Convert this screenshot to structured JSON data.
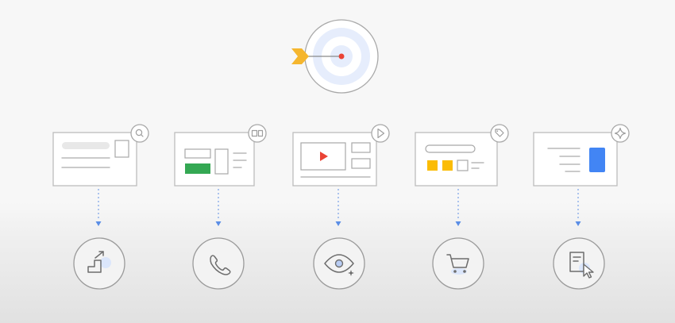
{
  "colors": {
    "accent_blue": "#4285f4",
    "accent_green": "#34a853",
    "accent_yellow": "#fbbc04",
    "accent_red": "#ea4335",
    "arrow_gold": "#f5b62e",
    "target_ring": "#e6edfc"
  },
  "target": {
    "icon": "target-with-arrow-icon"
  },
  "campaign_types": [
    {
      "id": "search",
      "badge_icon": "search-icon",
      "outcome_icon": "growth-stairs-icon"
    },
    {
      "id": "display",
      "badge_icon": "display-ad-icon",
      "outcome_icon": "phone-icon"
    },
    {
      "id": "video",
      "badge_icon": "play-icon",
      "outcome_icon": "eye-icon"
    },
    {
      "id": "shopping",
      "badge_icon": "tag-icon",
      "outcome_icon": "cart-icon"
    },
    {
      "id": "performance",
      "badge_icon": "sparkle-icon",
      "outcome_icon": "form-click-icon"
    }
  ]
}
